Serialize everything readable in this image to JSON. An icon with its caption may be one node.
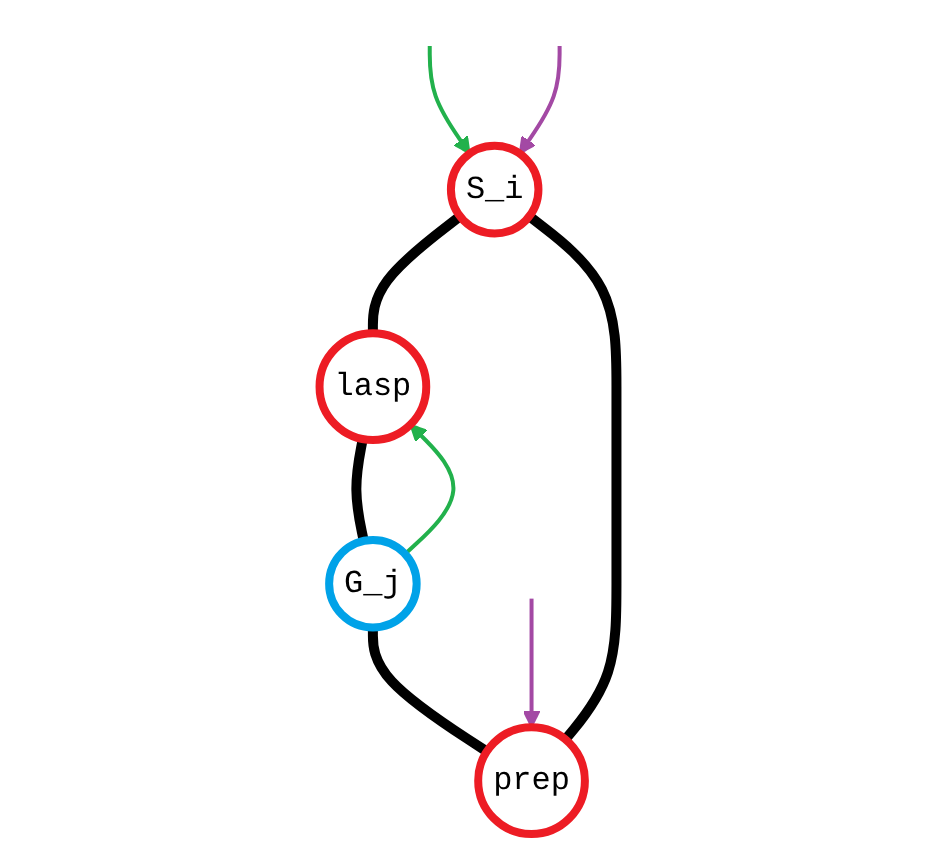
{
  "diagram": {
    "nodes": [
      {
        "text": [
          "S_i"
        ]
      },
      {
        "text": [
          "prep"
        ]
      },
      {
        "text": [
          "lasp"
        ]
      },
      {
        "text": [
          "G_j"
        ]
      }
    ],
    "edges": [
      {
        "from": 0,
        "to": 2,
        "arrow": "none",
        "style": "thick"
      },
      {
        "from": 2,
        "to": 3,
        "arrow": "none",
        "style": "thick"
      },
      {
        "from": 3,
        "to": 1,
        "arrow": "none",
        "style": "thick"
      },
      {
        "from": 1,
        "to": 0,
        "arrow": "none",
        "style": "thick"
      },
      {
        "from": null,
        "to": 0,
        "arrow": "to",
        "color": "#22b14c"
      },
      {
        "from": 3,
        "to": 2,
        "arrow": "to",
        "color": "#22b14c"
      },
      {
        "from": null,
        "to": 0,
        "arrow": "to",
        "color": "#a349a4"
      },
      {
        "from": null,
        "to": 1,
        "arrow": "to",
        "color": "#a349a4"
      }
    ]
  }
}
